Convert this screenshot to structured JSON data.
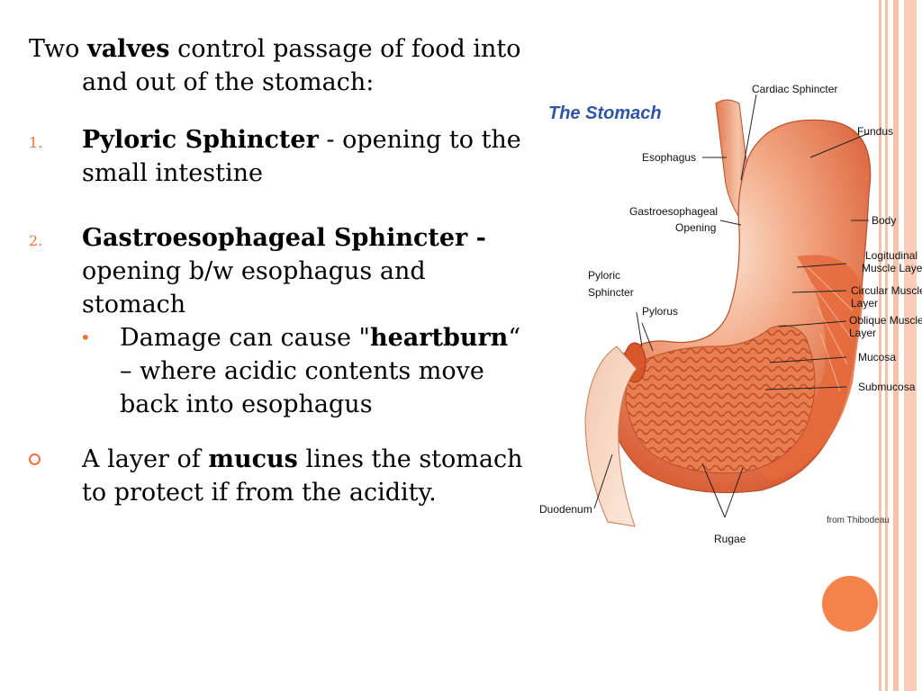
{
  "slide": {
    "intro": {
      "pre": "Two ",
      "bold": "valves",
      "post": " control passage of food into and out of the stomach:"
    },
    "item1": {
      "num": "1.",
      "bold": "Pyloric Sphincter",
      "post": " - opening to the small intestine"
    },
    "item2": {
      "num": "2.",
      "bold": "Gastroesophageal Sphincter -",
      "post": " opening b/w esophagus and stomach"
    },
    "sub": {
      "bullet": "•",
      "pre": "Damage can cause \"",
      "bold": "heartburn",
      "post": "“ – where acidic contents move back into esophagus"
    },
    "last": {
      "pre": "A layer of ",
      "bold": "mucus",
      "post": " lines the stomach to protect if from the acidity."
    }
  },
  "diagram": {
    "title": "The Stomach",
    "credit": "from Thibodeau",
    "labels": {
      "cardiac": "Cardiac Sphincter",
      "fundus": "Fundus",
      "esophagus": "Esophagus",
      "gastro1": "Gastroesophageal",
      "gastro2": "Opening",
      "body": "Body",
      "long1": "Logitudinal",
      "long2": "Muscle Layer",
      "circ1": "Circular Muscle",
      "circ2": "Layer",
      "obl1": "Oblique Muscle",
      "obl2": "Layer",
      "mucosa": "Mucosa",
      "submucosa": "Submucosa",
      "pyl1": "Pyloric",
      "pyl2": "Sphincter",
      "pylorus": "Pylorus",
      "duodenum": "Duodenum",
      "rugae": "Rugae"
    }
  },
  "colors": {
    "accent": "#f0703c",
    "dot": "#f5844c",
    "stripe": "#f7c3a8",
    "title": "#2f55a4"
  }
}
